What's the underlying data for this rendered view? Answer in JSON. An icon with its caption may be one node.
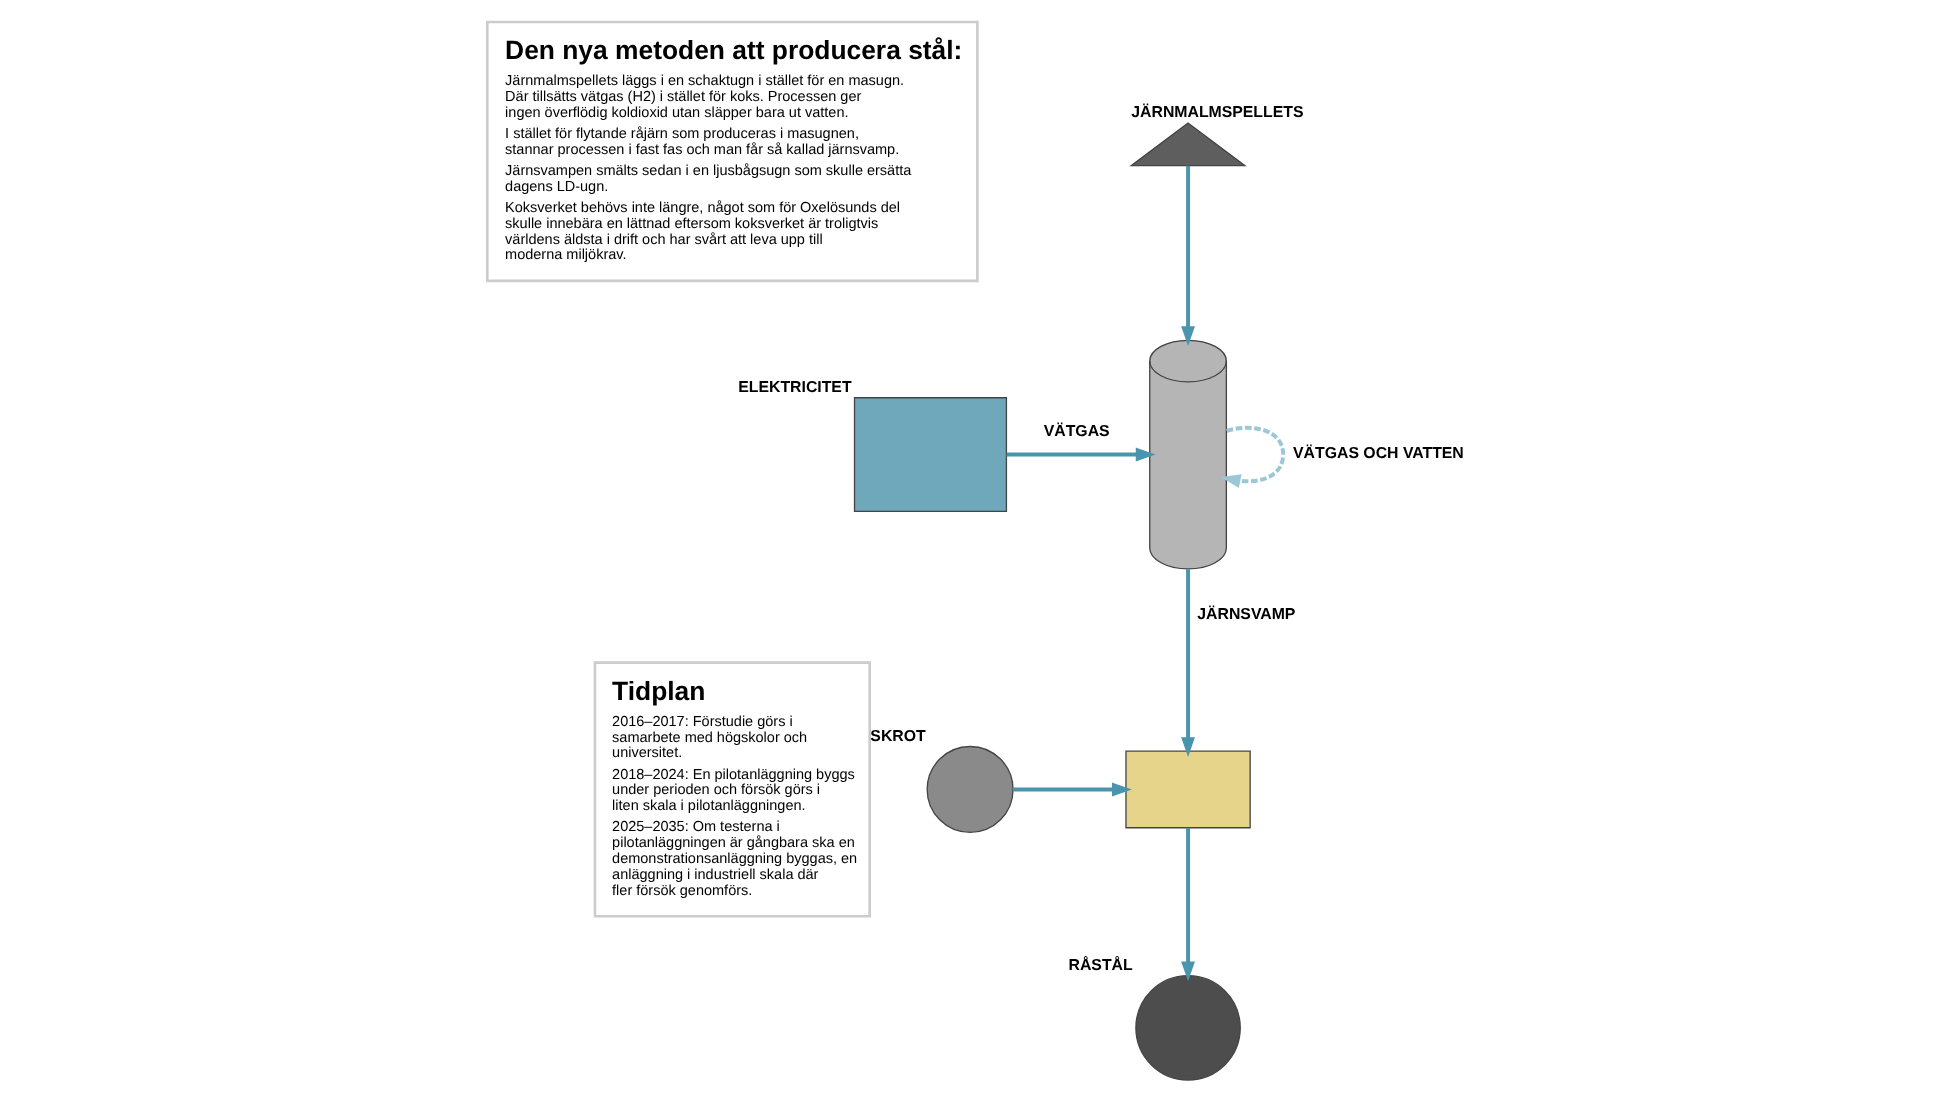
{
  "diagram": {
    "nodes": [
      {
        "text": [
          "Den nya metoden att producera stål:",
          "Järnmalmspellets läggs i en schaktugn i stället för en masugn. Där tillsätts vätgas (H2) i stället för koks. Processen ger ingen överflödig koldioxid utan släpper bara ut vatten.",
          "I stället för flytande råjärn som produceras i masugnen, stannar processen i fast fas och man får så kallad järnsvamp.",
          "Järnsvampen smälts sedan i en ljusbågsugn som skulle ersätta dagens LD-ugn.",
          "Koksverket behövs inte längre, något som för Oxelösunds del skulle innebära en lättnad eftersom koksverket är troligtvis världens äldsta i drift och har svårt att leva upp till moderna miljökrav."
        ]
      },
      {
        "text": [
          "Tidplan",
          "2016–2017: Förstudie görs i samarbete med högskolor och universitet.",
          "2018–2024: En pilotanläggning byggs under perioden och försök görs i liten skala i pilotanläggningen.",
          "2025–2035: Om testerna i pilotanläggningen är gångbara ska en demonstrationsanläggning byggas, en anläggning i industriell skala där fler försök genomförs."
        ]
      },
      {
        "text": [],
        "shape": "triangle",
        "beside": [
          "JÄRNMALMSPELLETS"
        ]
      },
      {
        "text": [],
        "shape": "cylinder"
      },
      {
        "text": [],
        "shape": "box",
        "beside": [
          "ELEKTRICITET"
        ]
      },
      {
        "text": [],
        "shape": "box"
      },
      {
        "text": [],
        "shape": "circle",
        "beside": [
          "SKROT"
        ]
      },
      {
        "text": [],
        "shape": "circle",
        "beside": [
          "RÅSTÅL"
        ]
      }
    ],
    "edges": [
      {
        "from": 2,
        "to": 3,
        "arrow": "to"
      },
      {
        "from": 3,
        "to": 3,
        "arrow": "to",
        "style": "dashed",
        "label": "VÄTGAS OCH VATTEN"
      },
      {
        "from": 4,
        "to": 3,
        "arrow": "to",
        "label": "VÄTGAS"
      },
      {
        "from": 3,
        "to": 5,
        "arrow": "to",
        "label": "JÄRNSVAMP"
      },
      {
        "from": 6,
        "to": 5,
        "arrow": "to"
      },
      {
        "from": 5,
        "to": 7,
        "arrow": "to"
      }
    ]
  }
}
